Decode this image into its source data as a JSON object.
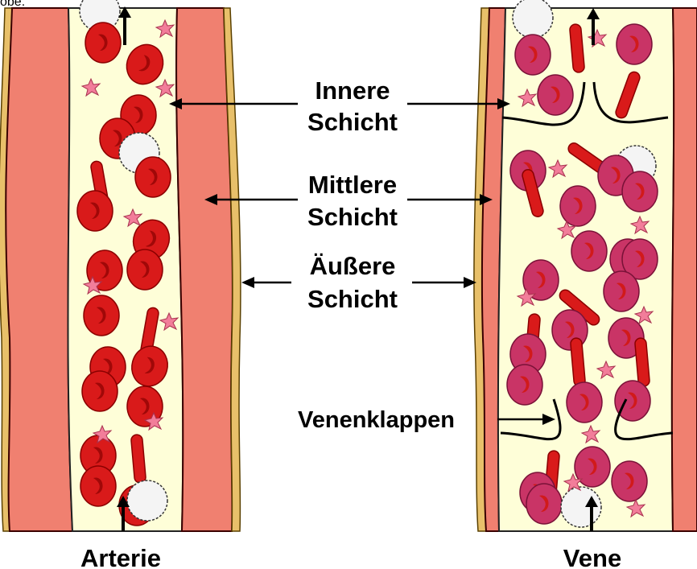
{
  "cropped_text": "obe.",
  "labels": {
    "inner_layer_line1": "Innere",
    "inner_layer_line2": "Schicht",
    "middle_layer_line1": "Mittlere",
    "middle_layer_line2": "Schicht",
    "outer_layer_line1": "Äußere",
    "outer_layer_line2": "Schicht",
    "valves": "Venenklappen",
    "artery": "Arterie",
    "vein": "Vene"
  },
  "colors": {
    "muscle": "#f08070",
    "lumen": "#fefed8",
    "adventitia": "#e8c06a",
    "red_cell": "#dd1111",
    "vein_cell": "#cc3366",
    "platelet": "#f27d9a",
    "white_cell": "#f2f2f2"
  }
}
